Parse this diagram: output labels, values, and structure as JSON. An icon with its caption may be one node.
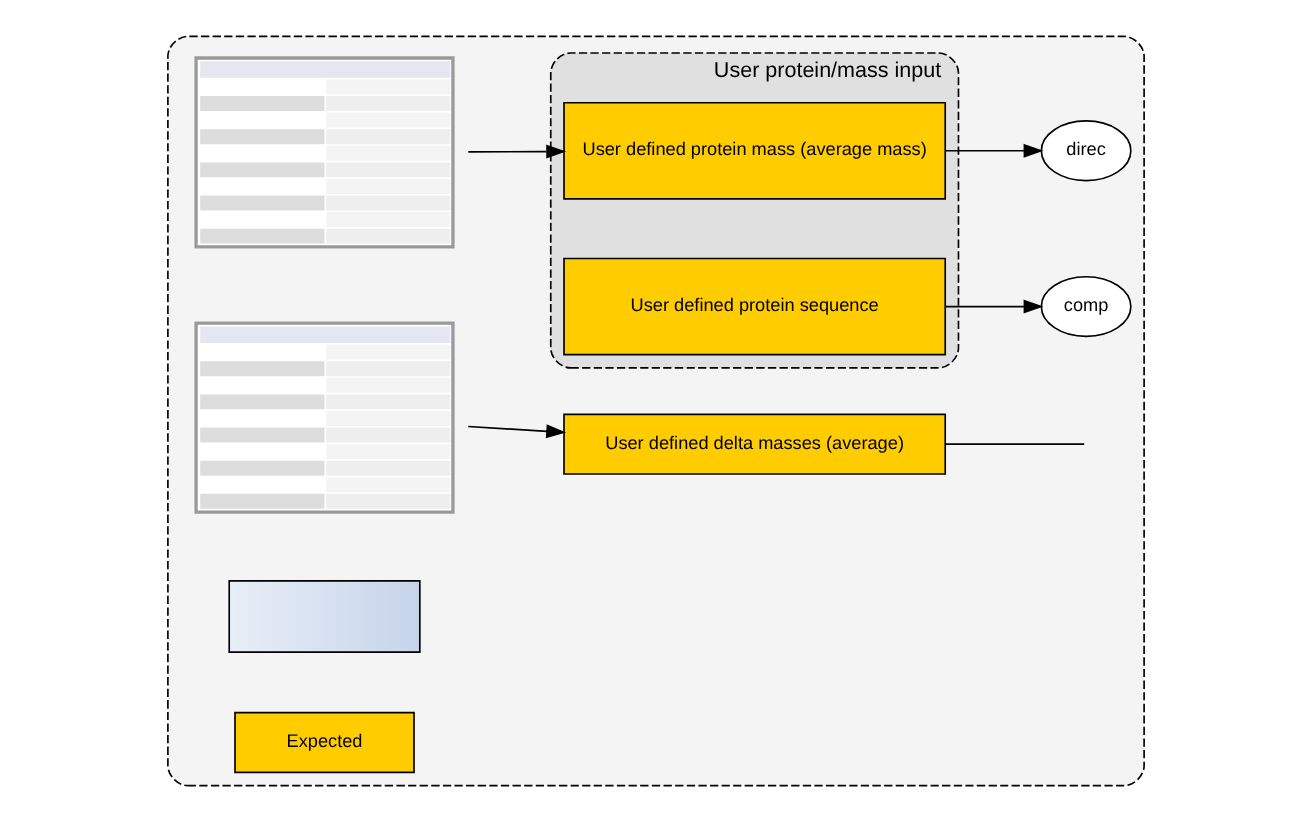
{
  "diagram": {
    "nodes": [
      {
        "text": [],
        "shape": "box"
      },
      {
        "text": [],
        "shape": "picture",
        "in": 0
      },
      {
        "text": [
          "User protein/mass input"
        ],
        "in": 0
      },
      {
        "text": [
          "User defined protein mass (average mass)"
        ],
        "in": 2
      },
      {
        "text": [
          "User defined protein sequence"
        ],
        "in": 2
      },
      {
        "text": [
          "direc"
        ],
        "in": 0
      },
      {
        "text": [
          "comp"
        ],
        "in": 0
      },
      {
        "text": [],
        "shape": "picture",
        "in": 0
      },
      {
        "text": [
          "User defined delta masses (average)"
        ],
        "in": 0
      },
      {
        "text": [],
        "shape": "box",
        "in": 0
      },
      {
        "text": [
          "Expected"
        ],
        "in": 0
      }
    ],
    "edges": [
      {
        "from": 1,
        "to": 3,
        "arrow": "to"
      },
      {
        "from": 3,
        "to": 5,
        "arrow": "to"
      },
      {
        "from": 4,
        "to": 6,
        "arrow": "to"
      },
      {
        "from": 7,
        "to": 8,
        "arrow": "to"
      },
      {
        "from": 8,
        "to": null,
        "arrow": "none"
      }
    ]
  }
}
